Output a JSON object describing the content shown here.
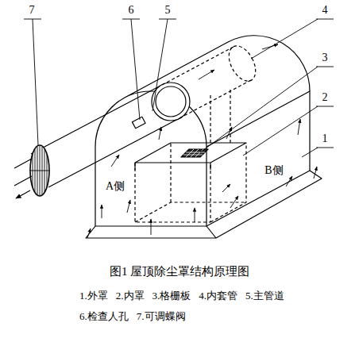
{
  "diagram": {
    "caption": "图1 屋顶除尘罩结构原理图",
    "labels": [
      "7",
      "6",
      "5",
      "4",
      "3",
      "2",
      "1",
      "A侧",
      "B侧",
      "1.外罩",
      "2.内罩",
      "3.格栅板",
      "4.内套管",
      "5.主管道",
      "6.检查人孔",
      "7.可调蝶阀"
    ]
  }
}
